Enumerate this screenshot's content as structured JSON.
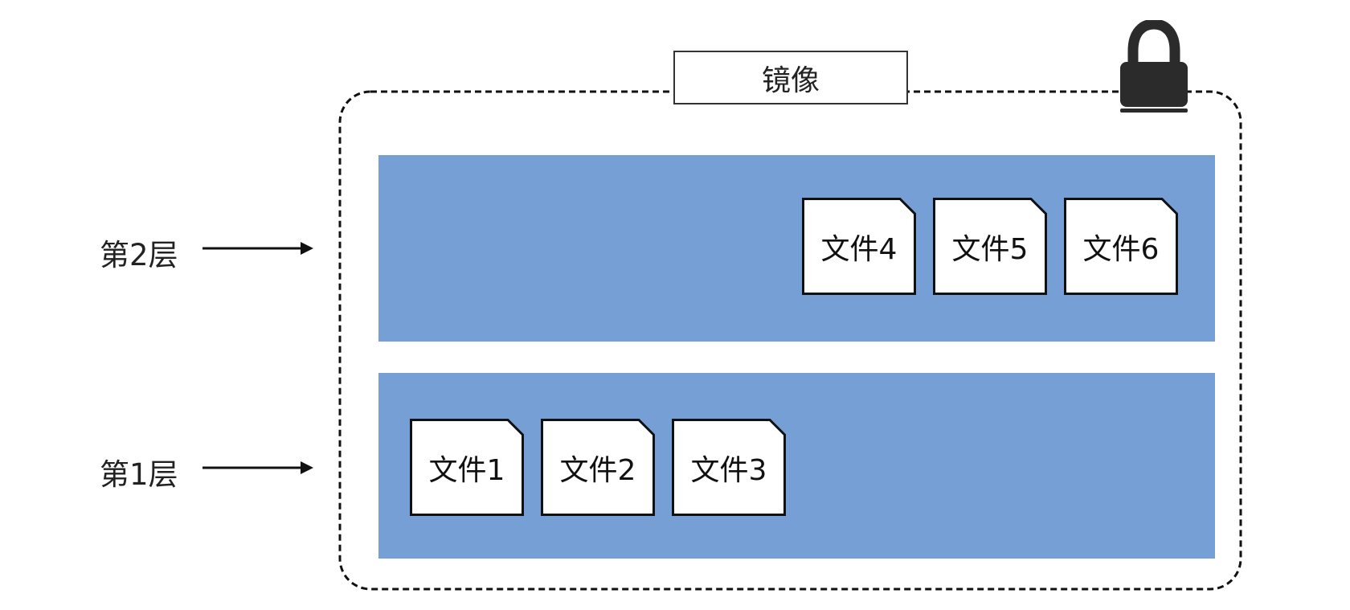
{
  "diagram": {
    "image_title": "镜像",
    "layers": [
      {
        "id": "layer-2",
        "label": "第2层",
        "files": [
          "文件4",
          "文件5",
          "文件6"
        ]
      },
      {
        "id": "layer-1",
        "label": "第1层",
        "files": [
          "文件1",
          "文件2",
          "文件3"
        ]
      }
    ],
    "icons": {
      "lock": "lock-icon",
      "arrow": "right-arrow-icon",
      "file": "file-icon"
    },
    "colors": {
      "layer_fill": "#769fd6",
      "file_fill": "#ffffff",
      "stroke": "#111111",
      "lock": "#2b2b2b"
    }
  }
}
